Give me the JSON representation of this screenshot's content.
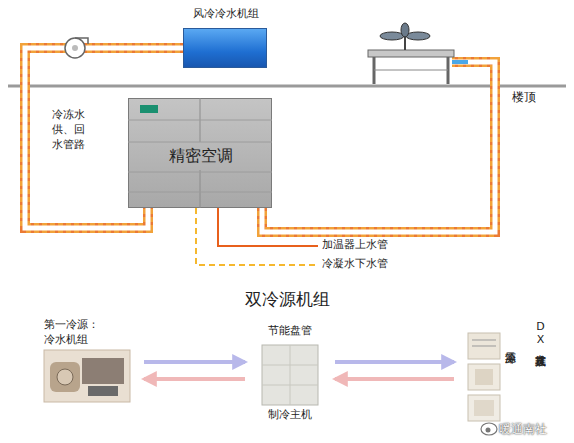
{
  "diagram": {
    "title": "双冷源机组",
    "nodes": [
      {
        "text": [
          "风冷冷水机组"
        ]
      },
      {
        "text": [
          "精密空调"
        ]
      },
      {
        "text": [
          "第一冷源： 冷水机组"
        ]
      },
      {
        "text": [
          "节能盘管",
          "制冷主机"
        ]
      },
      {
        "text": [
          "第二冷源",
          "DX直接蒸发式"
        ]
      }
    ],
    "edges": [
      {
        "from": 0,
        "to": 1,
        "arrow": "none"
      },
      {
        "from": 2,
        "to": 3,
        "arrow": "to"
      },
      {
        "from": 3,
        "to": 2,
        "arrow": "to"
      },
      {
        "from": 3,
        "to": 4,
        "arrow": "to"
      },
      {
        "from": 4,
        "to": 3,
        "arrow": "to"
      }
    ],
    "labels": [
      "楼顶",
      "冷冻水 供、回 水管路",
      "加温器上水管",
      "冷凝水下水管",
      "暖通南社"
    ]
  }
}
